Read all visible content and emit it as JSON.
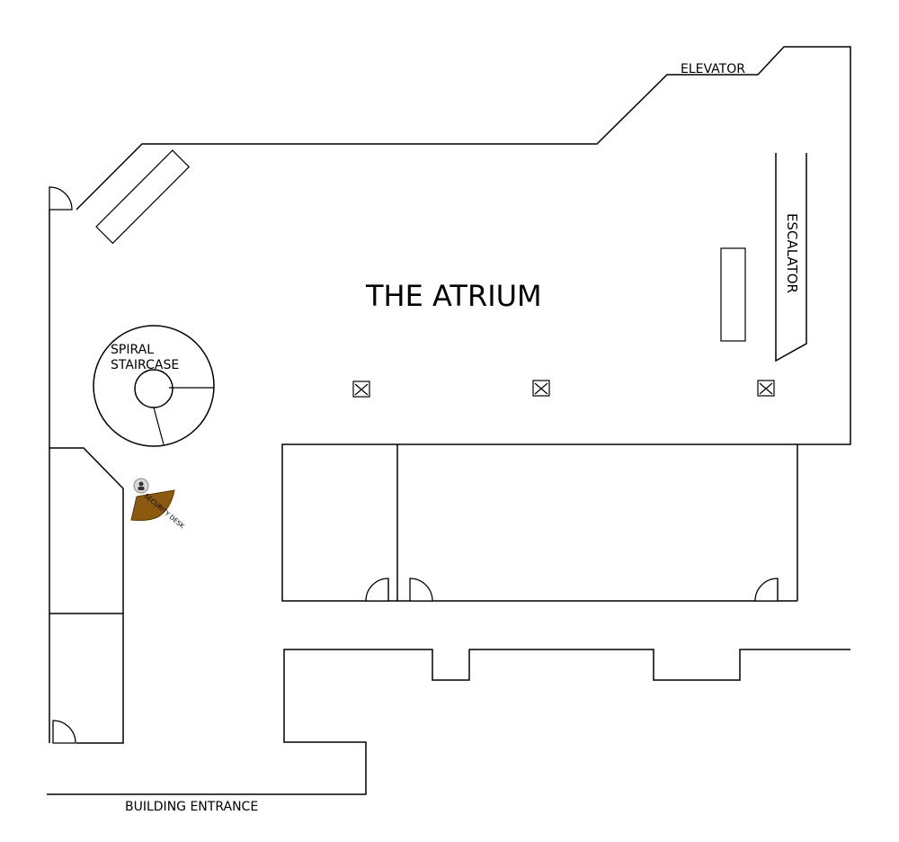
{
  "labels": {
    "title": "THE ATRIUM",
    "elevator": "ELEVATOR",
    "escalator": "ESCALATOR",
    "spiral_line1": "SPIRAL",
    "spiral_line2": "STAIRCASE",
    "building_entrance": "BUILDING ENTRANCE",
    "security_desk": "SECURITY DESK"
  },
  "colors": {
    "wall": "#000000",
    "background": "#ffffff",
    "security_desk": "#8b5a10",
    "security_icon": "#d9d9d9"
  },
  "icons": {
    "column": "x-box-icon",
    "security": "security-guard-icon"
  }
}
